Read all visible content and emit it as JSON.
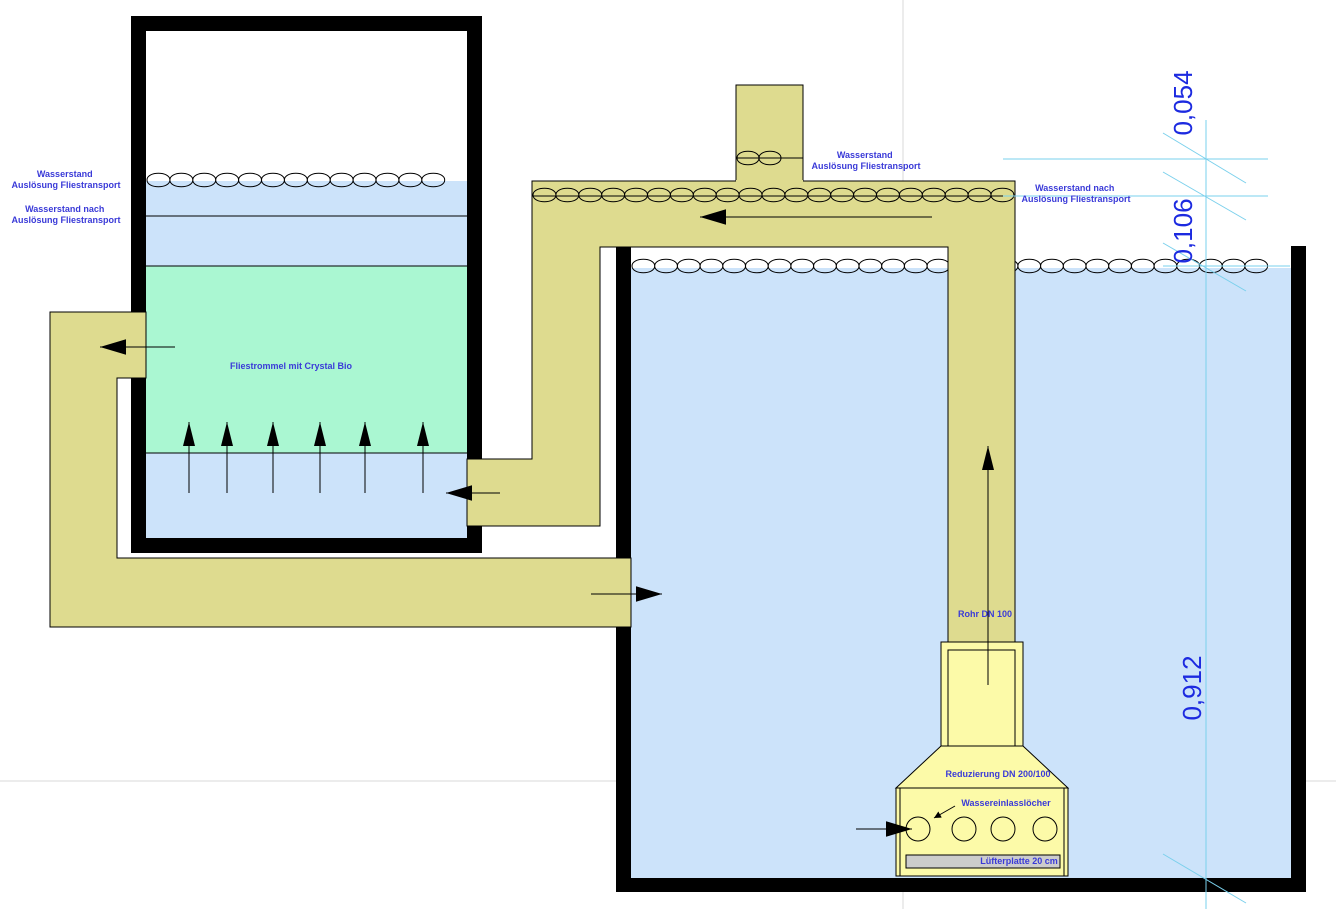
{
  "colors": {
    "water": "#cce3fa",
    "media": "#aaf7d2",
    "pipe": "#dedb8f",
    "reducer": "#fcfaa8",
    "wall": "#000000",
    "label": "#3a3ad8",
    "dimension": "#1c2ae0",
    "guide": "#7ad0ec"
  },
  "filter": {
    "level_trigger_label": [
      "Wasserstand",
      "Auslösung Fliestransport"
    ],
    "level_after_label": [
      "Wasserstand nach",
      "Auslösung Fliestransport"
    ],
    "media_label": "Fliestrommel mit Crystal Bio"
  },
  "pipe_top": {
    "level_trigger_label": [
      "Wasserstand",
      "Auslösung Fliestransport"
    ],
    "level_after_label": [
      "Wasserstand nach",
      "Auslösung Fliestransport"
    ]
  },
  "pond": {
    "pipe_label": "Rohr DN 100",
    "reducer_label": "Reduzierung DN 200/100",
    "inlet_label": "Wassereinlasslöcher",
    "plate_label": "Lüfterplatte 20 cm"
  },
  "dimensions": {
    "top": "0,054",
    "middle": "0,106",
    "depth": "0,912"
  }
}
